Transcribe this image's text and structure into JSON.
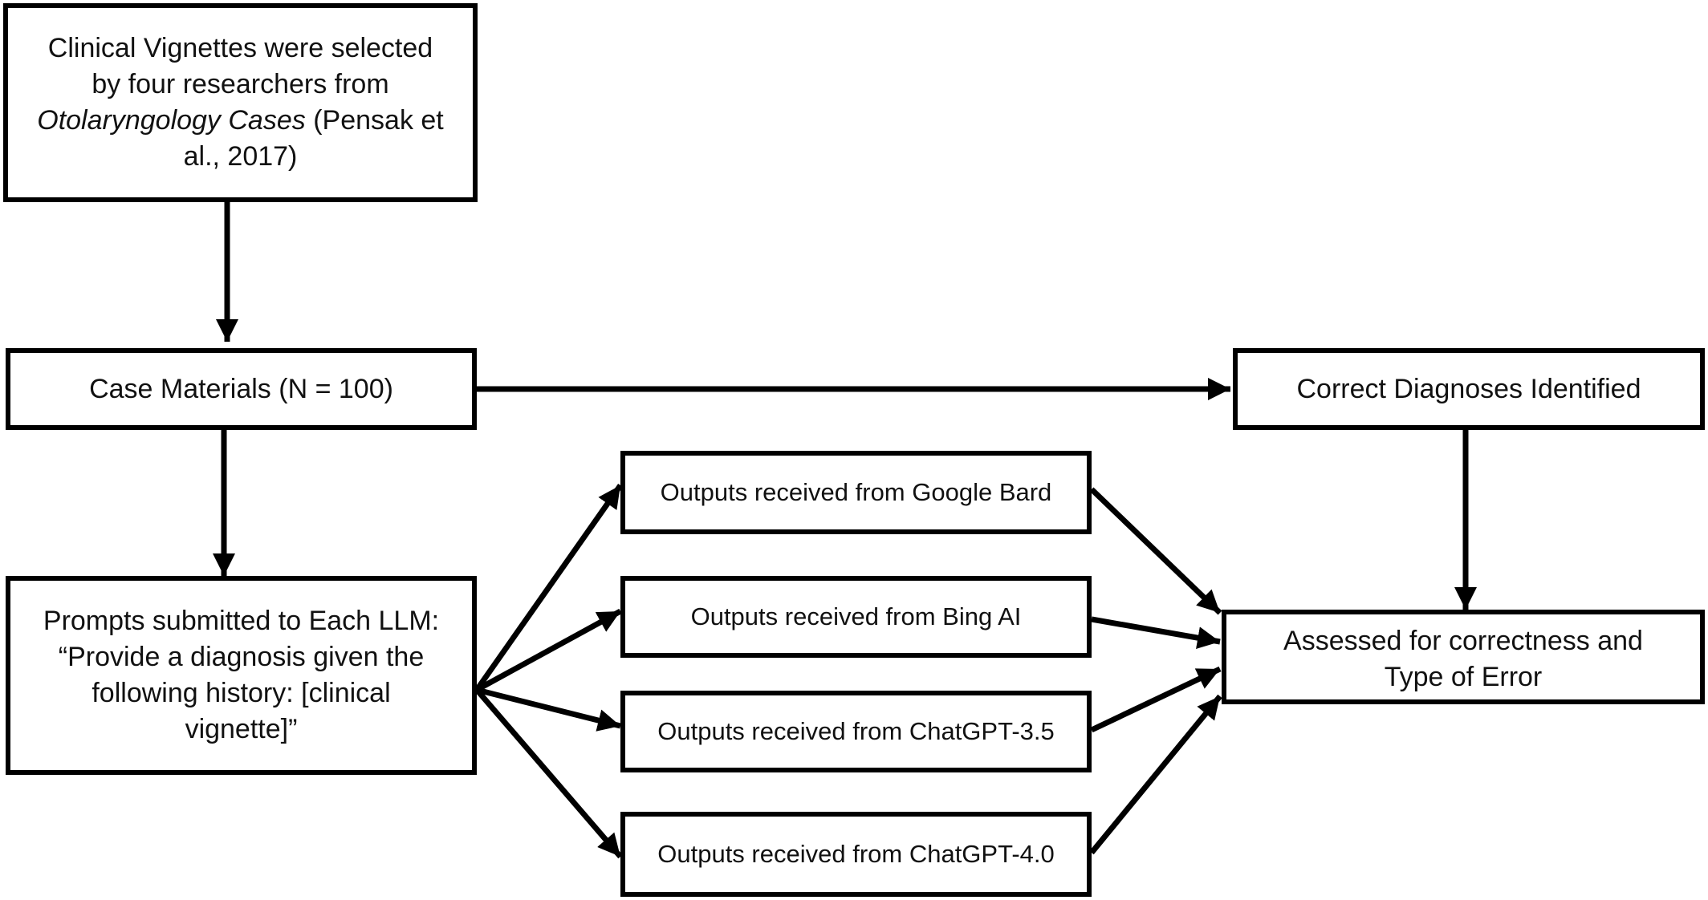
{
  "nodes": {
    "vignettes": {
      "line1": "Clinical Vignettes were selected",
      "line2": "by four researchers from",
      "line3_italic": "Otolaryngology Cases",
      "line3_rest": " (Pensak et",
      "line4": "al., 2017)"
    },
    "case_materials": "Case Materials (N = 100)",
    "correct_diagnoses": "Correct Diagnoses Identified",
    "prompts": {
      "line1": "Prompts submitted to Each LLM:",
      "line2": "“Provide a diagnosis given the",
      "line3": "following history: [clinical",
      "line4": "vignette]”"
    },
    "output_bard": "Outputs received from Google Bard",
    "output_bing": "Outputs received from Bing AI",
    "output_gpt35": "Outputs received from ChatGPT-3.5",
    "output_gpt40": "Outputs received from ChatGPT-4.0",
    "assessed": {
      "line1": "Assessed for correctness and",
      "line2": "Type of Error"
    }
  },
  "edges": [
    {
      "from": "vignettes",
      "to": "case_materials"
    },
    {
      "from": "case_materials",
      "to": "correct_diagnoses"
    },
    {
      "from": "case_materials",
      "to": "prompts"
    },
    {
      "from": "prompts",
      "to": "output_bard"
    },
    {
      "from": "prompts",
      "to": "output_bing"
    },
    {
      "from": "prompts",
      "to": "output_gpt35"
    },
    {
      "from": "prompts",
      "to": "output_gpt40"
    },
    {
      "from": "correct_diagnoses",
      "to": "assessed"
    },
    {
      "from": "output_bard",
      "to": "assessed"
    },
    {
      "from": "output_bing",
      "to": "assessed"
    },
    {
      "from": "output_gpt35",
      "to": "assessed"
    },
    {
      "from": "output_gpt40",
      "to": "assessed"
    }
  ]
}
